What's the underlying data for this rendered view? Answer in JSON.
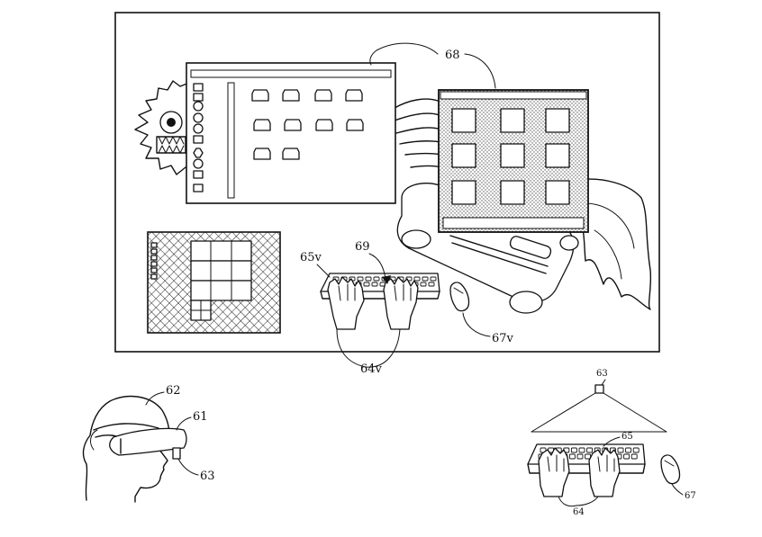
{
  "labels": {
    "ref_68": "68",
    "ref_69": "69",
    "ref_65v": "65v",
    "ref_64v": "64v",
    "ref_67v": "67v",
    "ref_62": "62",
    "ref_61": "61",
    "ref_63_hmd": "63",
    "ref_63_cam": "63",
    "ref_65": "65",
    "ref_64": "64",
    "ref_67": "67"
  },
  "colors": {
    "ink": "#111111",
    "paper": "#ffffff",
    "stipple": "#c8c8c8"
  },
  "icons": [
    "monster-icon",
    "wing-icon",
    "keyboard-icon",
    "hand-icon",
    "mouse-icon",
    "head-mounted-display-icon",
    "camera-icon"
  ]
}
